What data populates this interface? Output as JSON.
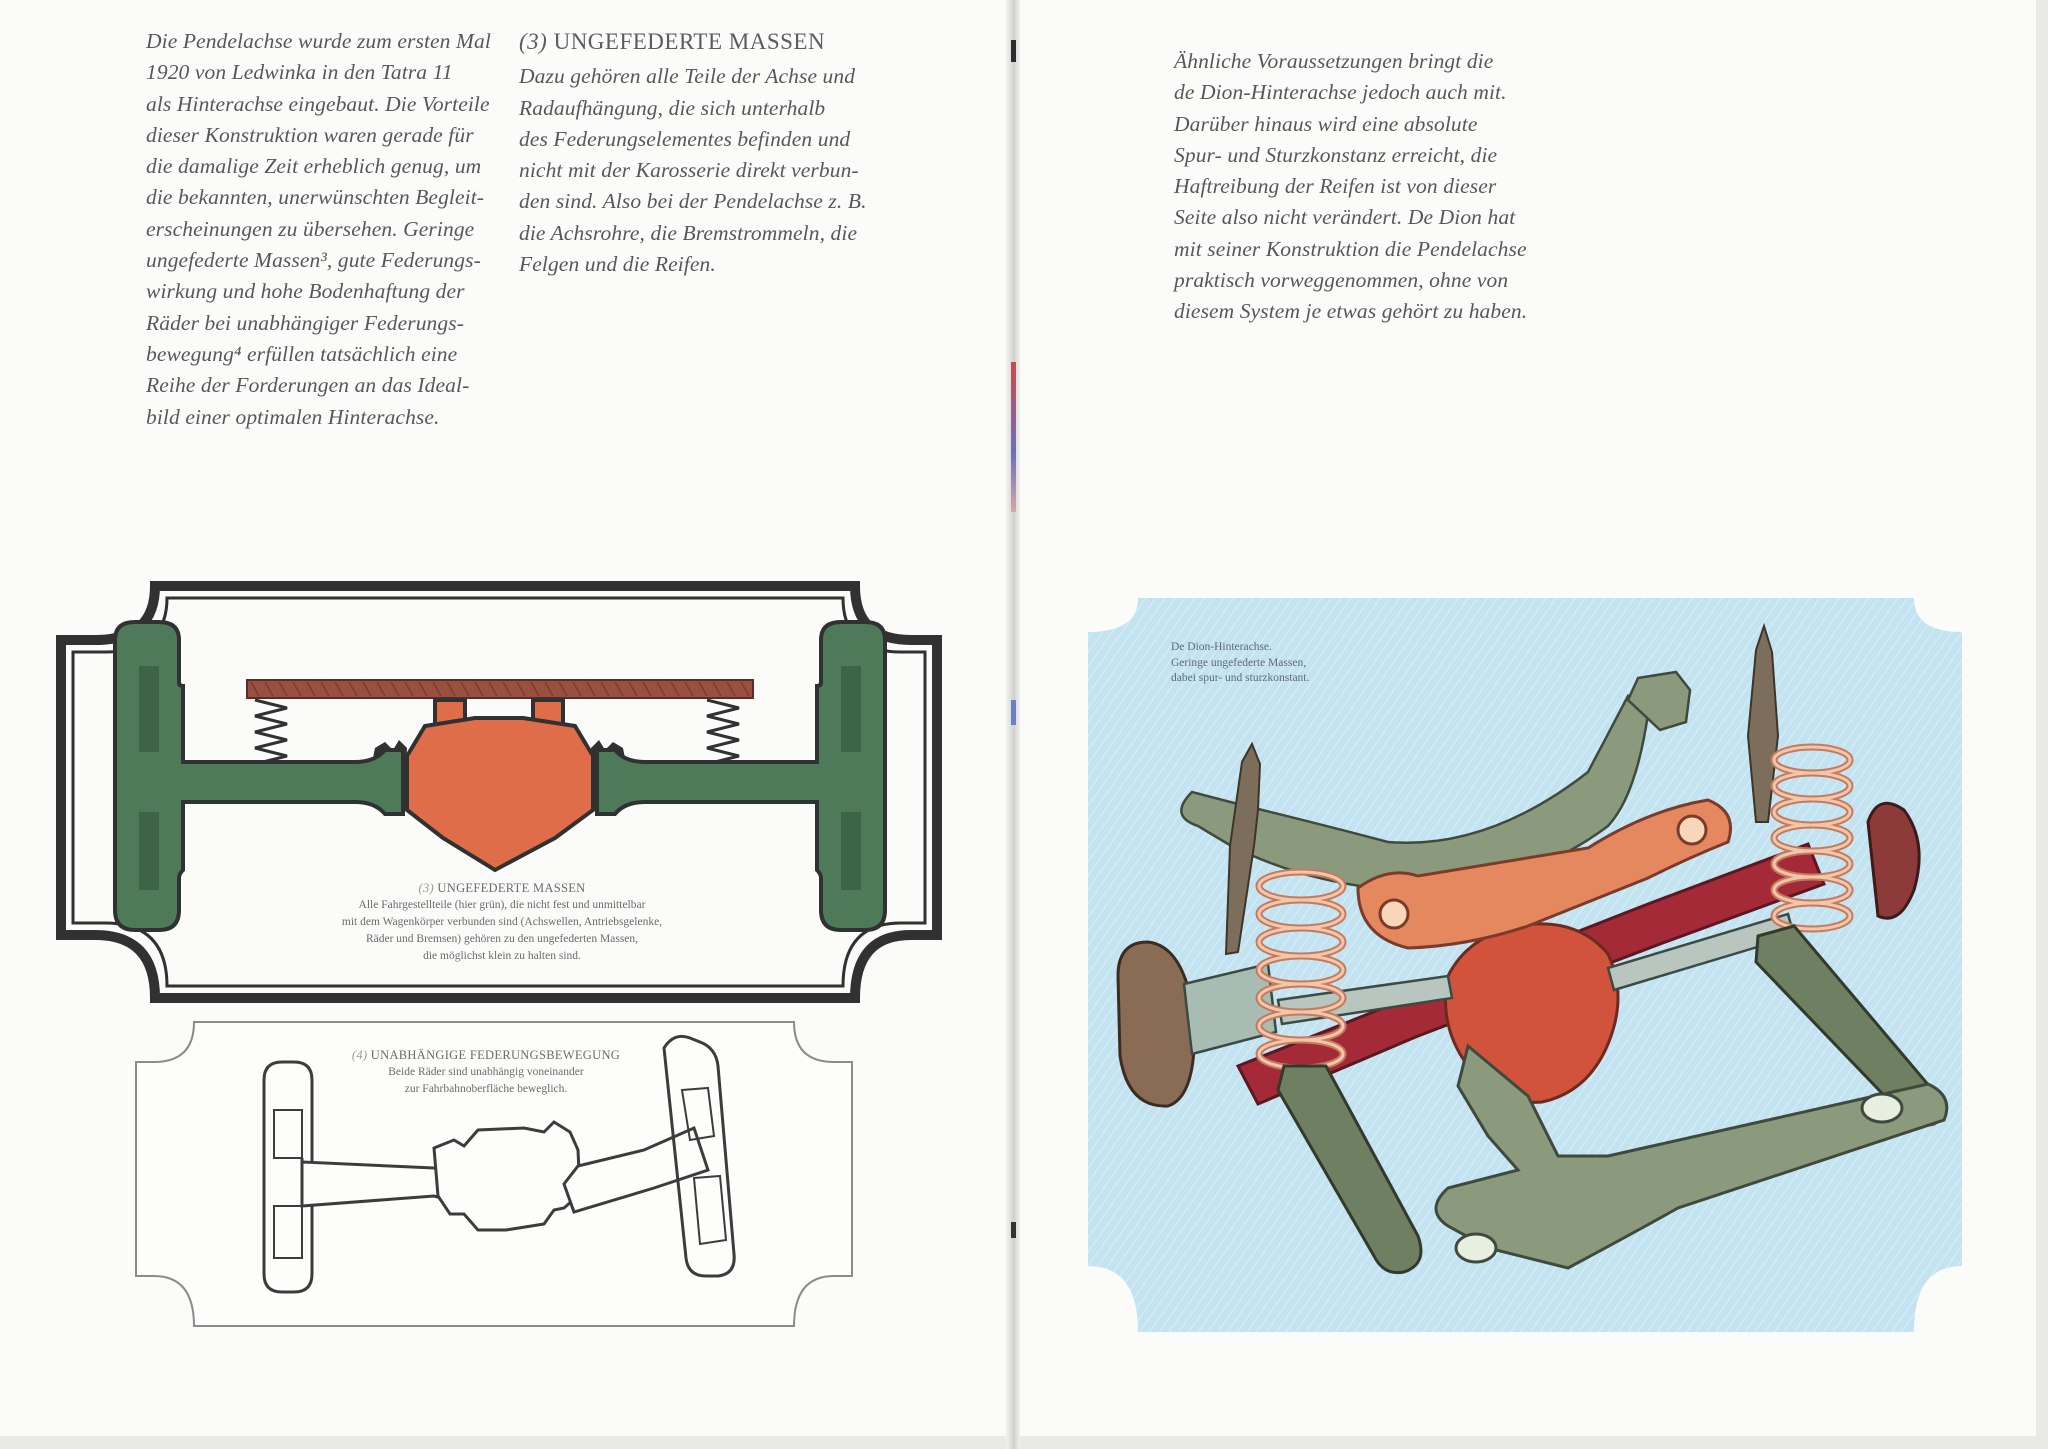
{
  "left_page": {
    "paragraph_1": "Die Pendelachse wurde zum ersten Mal\n1920 von Ledwinka in den Tatra 11\nals Hinterachse eingebaut. Die Vorteile\ndieser Konstruktion waren gerade für\ndie damalige Zeit erheblich genug, um\ndie bekannten, unerwünschten Begleit-\nerscheinungen zu übersehen. Geringe\nungefederte Massen³, gute Federungs-\nwirkung und hohe Bodenhaftung der\nRäder bei unabhängiger Federungs-\nbewegung⁴ erfüllen tatsächlich eine\nReihe der Forderungen an das Ideal-\nbild einer optimalen Hinterachse.",
    "section_3": {
      "number": "(3)",
      "heading": "UNGEFEDERTE MASSEN",
      "text": "Dazu gehören alle Teile der Achse und\nRadaufhängung, die sich unterhalb\ndes Federungselementes befinden und\nnicht mit der Karosserie direkt verbun-\nden sind. Also bei der Pendelachse z. B.\ndie Achsrohre, die Bremstrommeln, die\nFelgen und die Reifen."
    },
    "figure_3": {
      "number": "(3)",
      "title": "UNGEFEDERTE MASSEN",
      "text": "Alle Fahrgestellteile (hier grün), die nicht fest und unmittelbar\nmit dem Wagenkörper verbunden sind (Achswellen, Antriebsgelenke,\nRäder und Bremsen) gehören zu den ungefederten Massen,\ndie möglichst klein zu halten sind."
    },
    "figure_4": {
      "number": "(4)",
      "title": "UNABHÄNGIGE FEDERUNGSBEWEGUNG",
      "text": "Beide Räder sind unabhängig voneinander\nzur Fahrbahnoberfläche beweglich."
    }
  },
  "right_page": {
    "paragraph_1": "Ähnliche Voraussetzungen bringt die\nde Dion-Hinterachse jedoch auch mit.\nDarüber hinaus wird eine absolute\nSpur- und Sturzkonstanz erreicht, die\nHaftreibung der Reifen  ist von dieser\nSeite also nicht verändert. De Dion hat\nmit seiner Konstruktion die Pendelachse\npraktisch vorweggenommen, ohne von\ndiesem System je etwas gehört zu haben.",
    "photo_caption": "De Dion-Hinterachse.\nGeringe ungefederte Massen,\ndabei spur- und sturzkonstant."
  },
  "colors": {
    "unsprung_green": "#4f7a5a",
    "differential_orange": "#e06d4a",
    "body_plate_brown": "#9a5040",
    "frame_dark": "#2f3231",
    "photo_background": "#c4e3f1",
    "spring_pink": "#e9b89b"
  }
}
